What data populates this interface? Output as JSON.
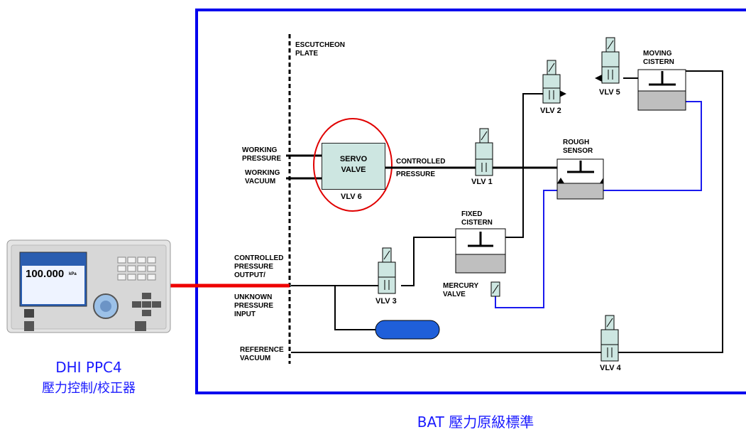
{
  "labels": {
    "escutcheon": "ESCUTCHEON\nPLATE",
    "working_pressure": "WORKING\nPRESSURE",
    "working_vacuum": "WORKING\nVACUUM",
    "servo_line1": "SERVO",
    "servo_line2": "VALVE",
    "vlv6": "VLV 6",
    "controlled": "CONTROLLED",
    "pressure": "PRESSURE",
    "vlv1": "VLV 1",
    "vlv2": "VLV 2",
    "vlv3": "VLV 3",
    "vlv4": "VLV 4",
    "vlv5": "VLV 5",
    "moving_cistern": "MOVING\nCISTERN",
    "rough_sensor": "ROUGH\nSENSOR",
    "fixed_cistern": "FIXED\nCISTERN",
    "mercury_valve": "MERCURY\nVALVE",
    "controlled_output": "CONTROLLED\nPRESSURE\nOUTPUT/",
    "unknown_input": "UNKNOWN\nPRESSURE\nINPUT",
    "reference_vacuum": "REFERENCE\nVACUUM"
  },
  "device": {
    "reading": "100.000",
    "unit": "kPa",
    "name": "DHI PPC4",
    "subtitle": "壓力控制/校正器"
  },
  "bottom_caption": "BAT 壓力原級標準",
  "colors": {
    "frame_blue": "#0000ee",
    "mercury_line_blue": "#1a1aee",
    "supply_red": "#ee0000",
    "valve_fill": "#cde6e1",
    "highlight_red": "#e00000",
    "reservoir_blue": "#1f5fd9",
    "caption_blue": "#1a1aff"
  },
  "icons": [
    "solenoid-valve-icon",
    "cistern-icon",
    "reservoir-icon",
    "controller-device-icon"
  ]
}
